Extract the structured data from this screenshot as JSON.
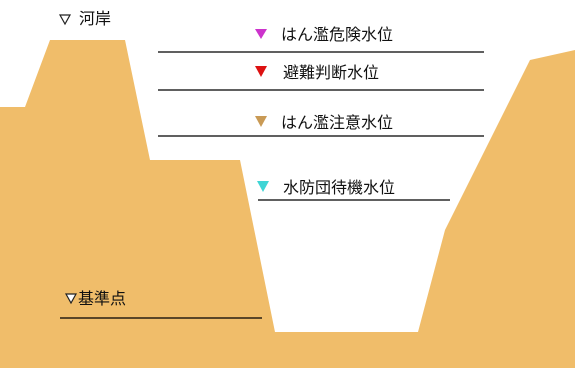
{
  "labels": {
    "bank": "河岸",
    "flood_danger": "はん濫危険水位",
    "evacuation": "避難判断水位",
    "flood_caution": "はん濫注意水位",
    "flood_standby": "水防団待機水位",
    "datum": "基準点"
  },
  "colors": {
    "ground": "#f0bd6a",
    "flood_danger_marker": "#cc33cc",
    "evacuation_marker": "#dd1111",
    "flood_caution_marker": "#c99a55",
    "flood_standby_marker": "#3fd5d5",
    "line": "#000000"
  }
}
